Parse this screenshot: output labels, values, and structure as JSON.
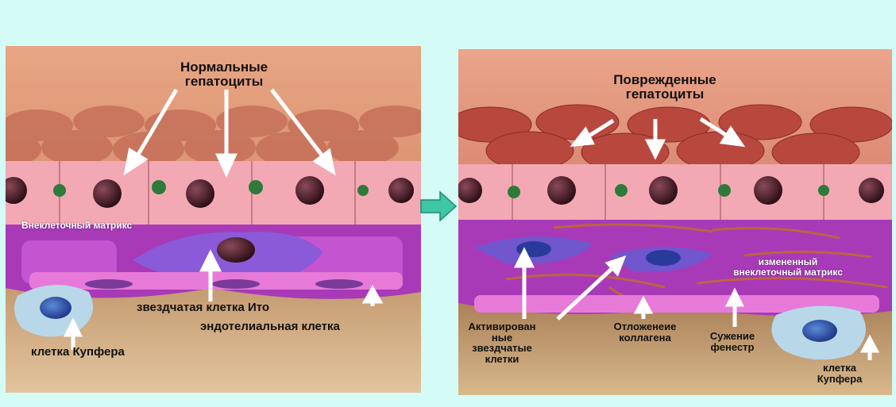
{
  "left_panel": {
    "title_line1": "Нормальные",
    "title_line2": "гепатоциты",
    "matrix_label": "Внеклеточный матрикс",
    "ito_label": "звездчатая клетка Ито",
    "endothelial_label": "эндотелиальная клетка",
    "kupffer_label": "клетка Купфера"
  },
  "right_panel": {
    "title_line1": "Поврежденные",
    "title_line2": "гепатоциты",
    "matrix_line1": "измененный",
    "matrix_line2": "внеклеточный матрикс",
    "activated_line1": "Активирован",
    "activated_line2": "ные",
    "activated_line3": "звездчатые",
    "activated_line4": "клетки",
    "collagen_line1": "Отложенеие",
    "collagen_line2": "коллагена",
    "fenestra_line1": "Сужение",
    "fenestra_line2": "фенестр",
    "kupffer_line1": "клетка",
    "kupffer_line2": "Купфера"
  },
  "colors": {
    "background": "#d4fbf6",
    "hepatocyte": "#f2a9b4",
    "nucleus": "#3a1420",
    "matrix": "#b43cc8",
    "arrow": "#3ec7a4"
  }
}
